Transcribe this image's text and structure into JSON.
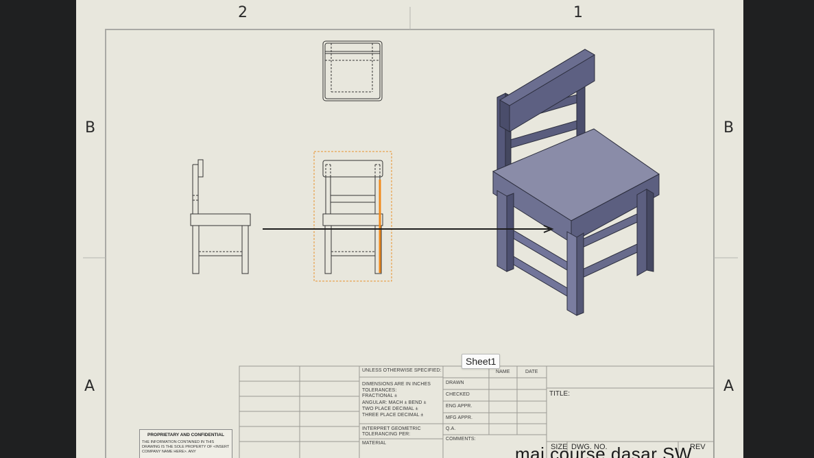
{
  "sheet": {
    "zones": {
      "top_left": "2",
      "top_right": "1",
      "row_b_left": "B",
      "row_b_right": "B",
      "row_a_left": "A",
      "row_a_right": "A"
    },
    "tooltip": "Sheet1",
    "overlay_caption": "mai  course dasar SW"
  },
  "title_block": {
    "unless": "UNLESS OTHERWISE SPECIFIED:",
    "dims": "DIMENSIONS ARE IN INCHES",
    "tol": "TOLERANCES:",
    "fractional": "FRACTIONAL ±",
    "angular": "ANGULAR: MACH ±    BEND ±",
    "two_place": "TWO PLACE DECIMAL    ±",
    "three_place": "THREE PLACE DECIMAL  ±",
    "interpret": "INTERPRET GEOMETRIC",
    "tol_per": "TOLERANCING PER:",
    "material": "MATERIAL",
    "name": "NAME",
    "date": "DATE",
    "drawn": "DRAWN",
    "checked": "CHECKED",
    "eng": "ENG APPR.",
    "mfg": "MFG APPR.",
    "qa": "Q.A.",
    "comments": "COMMENTS:",
    "title": "TITLE:",
    "size": "SIZE",
    "dwg": "DWG.  NO.",
    "rev": "REV"
  },
  "proprietary": {
    "heading": "PROPRIETARY AND CONFIDENTIAL",
    "body": "THE INFORMATION CONTAINED IN THIS DRAWING IS THE SOLE PROPERTY OF <INSERT COMPANY NAME HERE>.  ANY"
  }
}
